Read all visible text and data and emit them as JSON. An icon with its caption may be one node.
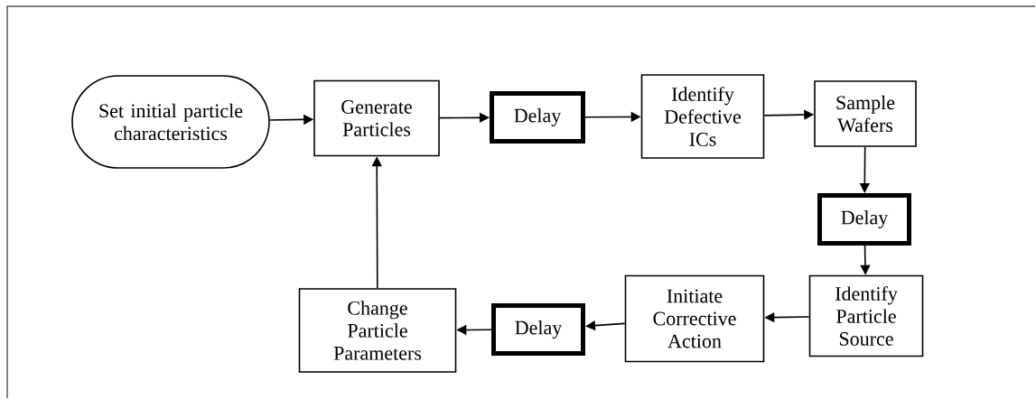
{
  "diagram": {
    "nodes": [
      {
        "text": [
          "Set initial particle characteristics"
        ]
      },
      {
        "text": [
          "Generate Particles"
        ]
      },
      {
        "text": [
          "Delay"
        ]
      },
      {
        "text": [
          "Identify Defective ICs"
        ]
      },
      {
        "text": [
          "Sample Wafers"
        ]
      },
      {
        "text": [
          "Delay"
        ]
      },
      {
        "text": [
          "Identify Particle Source"
        ]
      },
      {
        "text": [
          "Initiate Corrective Action"
        ]
      },
      {
        "text": [
          "Delay"
        ]
      },
      {
        "text": [
          "Change Particle Parameters"
        ]
      }
    ],
    "edges": [
      {
        "from": 0,
        "to": 1,
        "arrow": "to"
      },
      {
        "from": 1,
        "to": 2,
        "arrow": "to"
      },
      {
        "from": 2,
        "to": 3,
        "arrow": "to"
      },
      {
        "from": 3,
        "to": 4,
        "arrow": "to"
      },
      {
        "from": 4,
        "to": 5,
        "arrow": "to"
      },
      {
        "from": 5,
        "to": 6,
        "arrow": "to"
      },
      {
        "from": 6,
        "to": 7,
        "arrow": "to"
      },
      {
        "from": 7,
        "to": 8,
        "arrow": "to"
      },
      {
        "from": 8,
        "to": 9,
        "arrow": "to"
      },
      {
        "from": 9,
        "to": 1,
        "arrow": "to"
      }
    ]
  }
}
